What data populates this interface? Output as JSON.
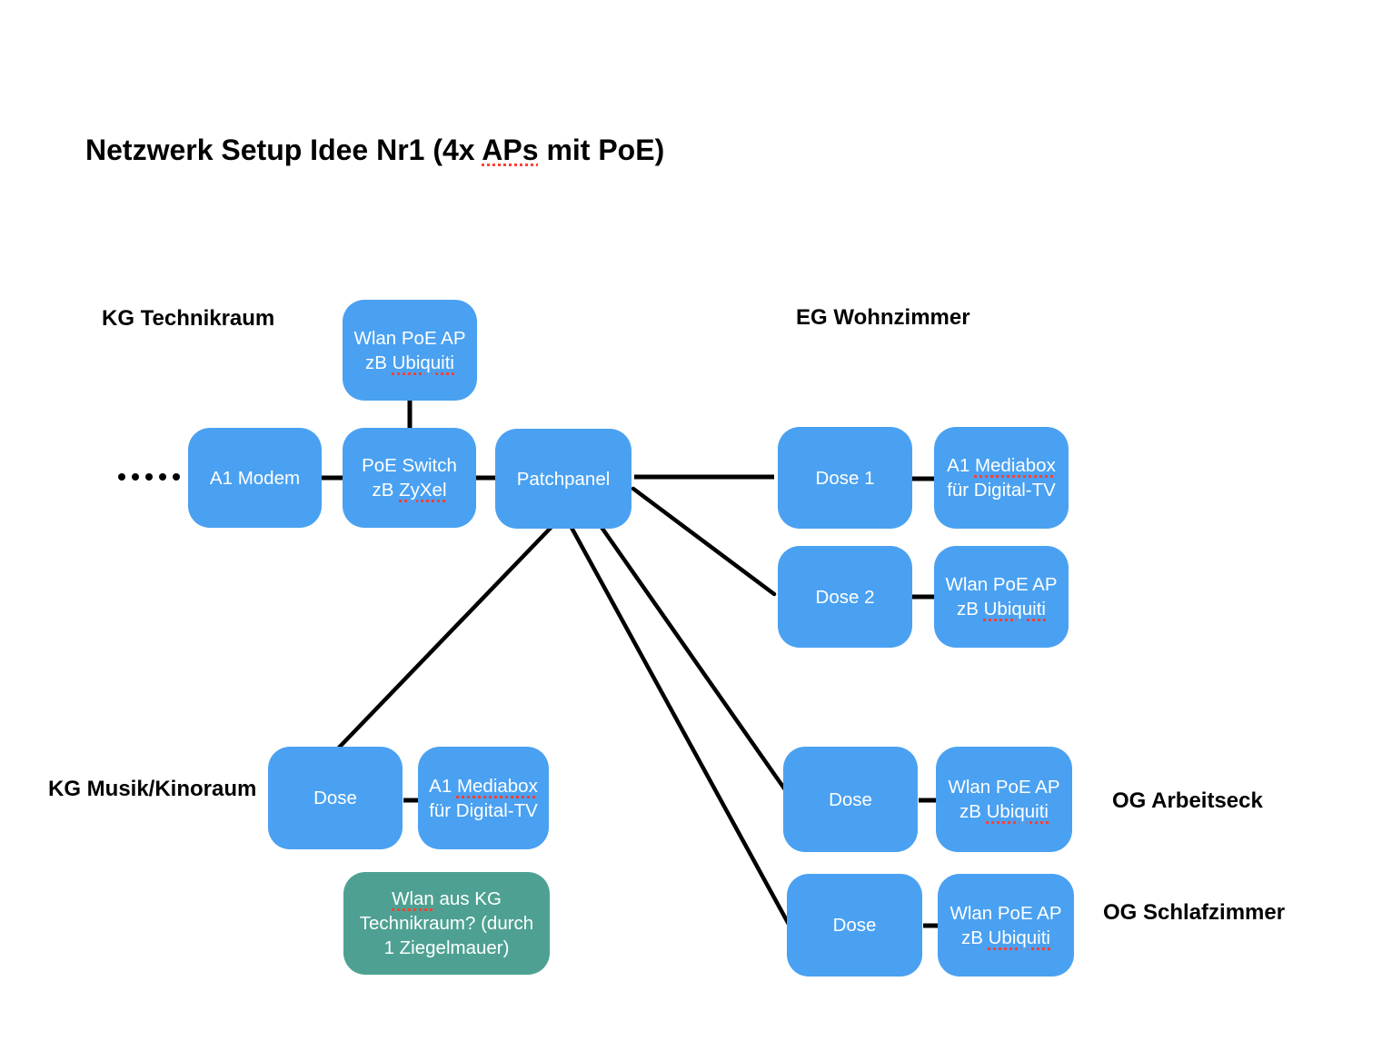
{
  "title": {
    "pre": "Netzwerk Setup Idee Nr1 (4x ",
    "mark": "APs",
    "post": " mit PoE)"
  },
  "section_labels": {
    "kg_technikraum": "KG Technikraum",
    "eg_wohnzimmer": "EG Wohnzimmer",
    "kg_musik": "KG Musik/Kinoraum",
    "og_arbeitseck": "OG Arbeitseck",
    "og_schlafzimmer": "OG Schlafzimmer"
  },
  "nodes": {
    "wlan_ap_kg": {
      "line1": "Wlan PoE AP",
      "line2_pre": "zB ",
      "line2_mark": "Ubiquiti"
    },
    "a1_modem": {
      "line1": "A1 Modem"
    },
    "poe_switch": {
      "line1": "PoE Switch",
      "line2_pre": "zB ",
      "line2_mark": "ZyXel"
    },
    "patchpanel": {
      "line1": "Patchpanel"
    },
    "dose_1": {
      "line1": "Dose 1"
    },
    "mediabox_eg": {
      "line1_pre": "A1 ",
      "line1_mark": "Mediabox",
      "line2": "für Digital-TV"
    },
    "dose_2": {
      "line1": "Dose 2"
    },
    "wlan_ap_eg": {
      "line1": "Wlan PoE AP",
      "line2_pre": "zB ",
      "line2_mark": "Ubiquiti"
    },
    "dose_kg": {
      "line1": "Dose"
    },
    "mediabox_kg": {
      "line1_pre": "A1 ",
      "line1_mark": "Mediabox",
      "line2": "für Digital-TV"
    },
    "wlan_note": {
      "line1_mark": "Wlan",
      "line1_post": " aus KG",
      "line2": "Technikraum? (durch",
      "line3": "1 Ziegelmauer)"
    },
    "dose_og_arbeitseck": {
      "line1": "Dose"
    },
    "wlan_ap_og_arbeitseck": {
      "line1": "Wlan PoE AP",
      "line2_pre": "zB ",
      "line2_mark": "Ubiquiti"
    },
    "dose_og_schlafzimmer": {
      "line1": "Dose"
    },
    "wlan_ap_og_schlafzimmer": {
      "line1": "Wlan PoE AP",
      "line2_pre": "zB ",
      "line2_mark": "Ubiquiti"
    }
  },
  "colors": {
    "node_blue": "#4AA1F1",
    "node_teal": "#4EA192",
    "connector_black": "#000000",
    "spellcheck_red": "#FF4136"
  }
}
